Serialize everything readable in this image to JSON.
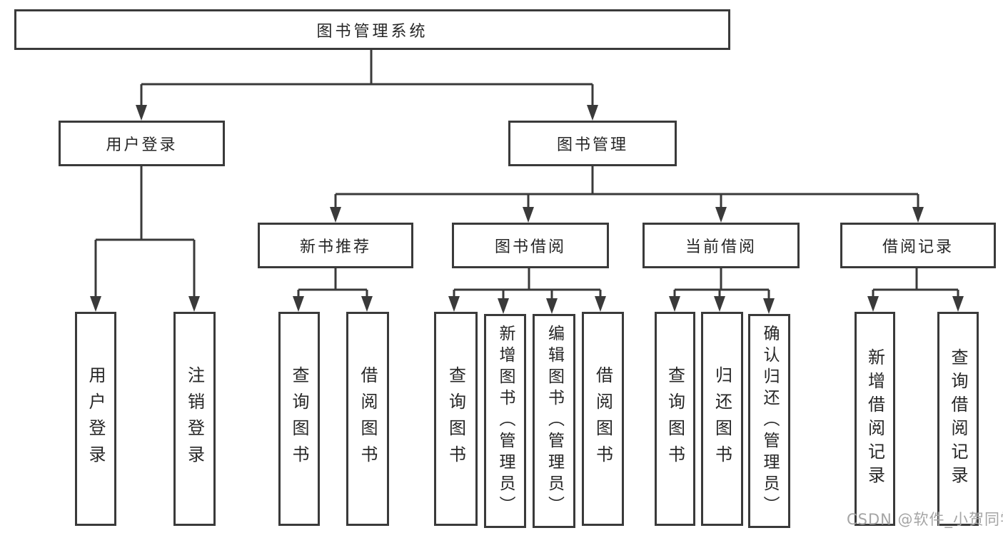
{
  "diagram": {
    "root": {
      "label": "图书管理系统"
    },
    "children": [
      {
        "label": "用户登录",
        "children": [
          {
            "label": "用户登录"
          },
          {
            "label": "注销登录"
          }
        ]
      },
      {
        "label": "图书管理",
        "children": [
          {
            "label": "新书推荐",
            "children": [
              {
                "label": "查询图书"
              },
              {
                "label": "借阅图书"
              }
            ]
          },
          {
            "label": "图书借阅",
            "children": [
              {
                "label": "查询图书"
              },
              {
                "label": "新增图书（管理员）"
              },
              {
                "label": "编辑图书（管理员）"
              },
              {
                "label": "借阅图书"
              }
            ]
          },
          {
            "label": "当前借阅",
            "children": [
              {
                "label": "查询图书"
              },
              {
                "label": "归还图书"
              },
              {
                "label": "确认归还（管理员）"
              }
            ]
          },
          {
            "label": "借阅记录",
            "children": [
              {
                "label": "新增借阅记录"
              },
              {
                "label": "查询借阅记录"
              }
            ]
          }
        ]
      }
    ]
  },
  "watermark": {
    "text": "CSDN @软件_小贺同学"
  },
  "colors": {
    "line": "#3a3a3a",
    "text": "#262626",
    "background": "#ffffff",
    "watermark": "#a5a5a5"
  }
}
